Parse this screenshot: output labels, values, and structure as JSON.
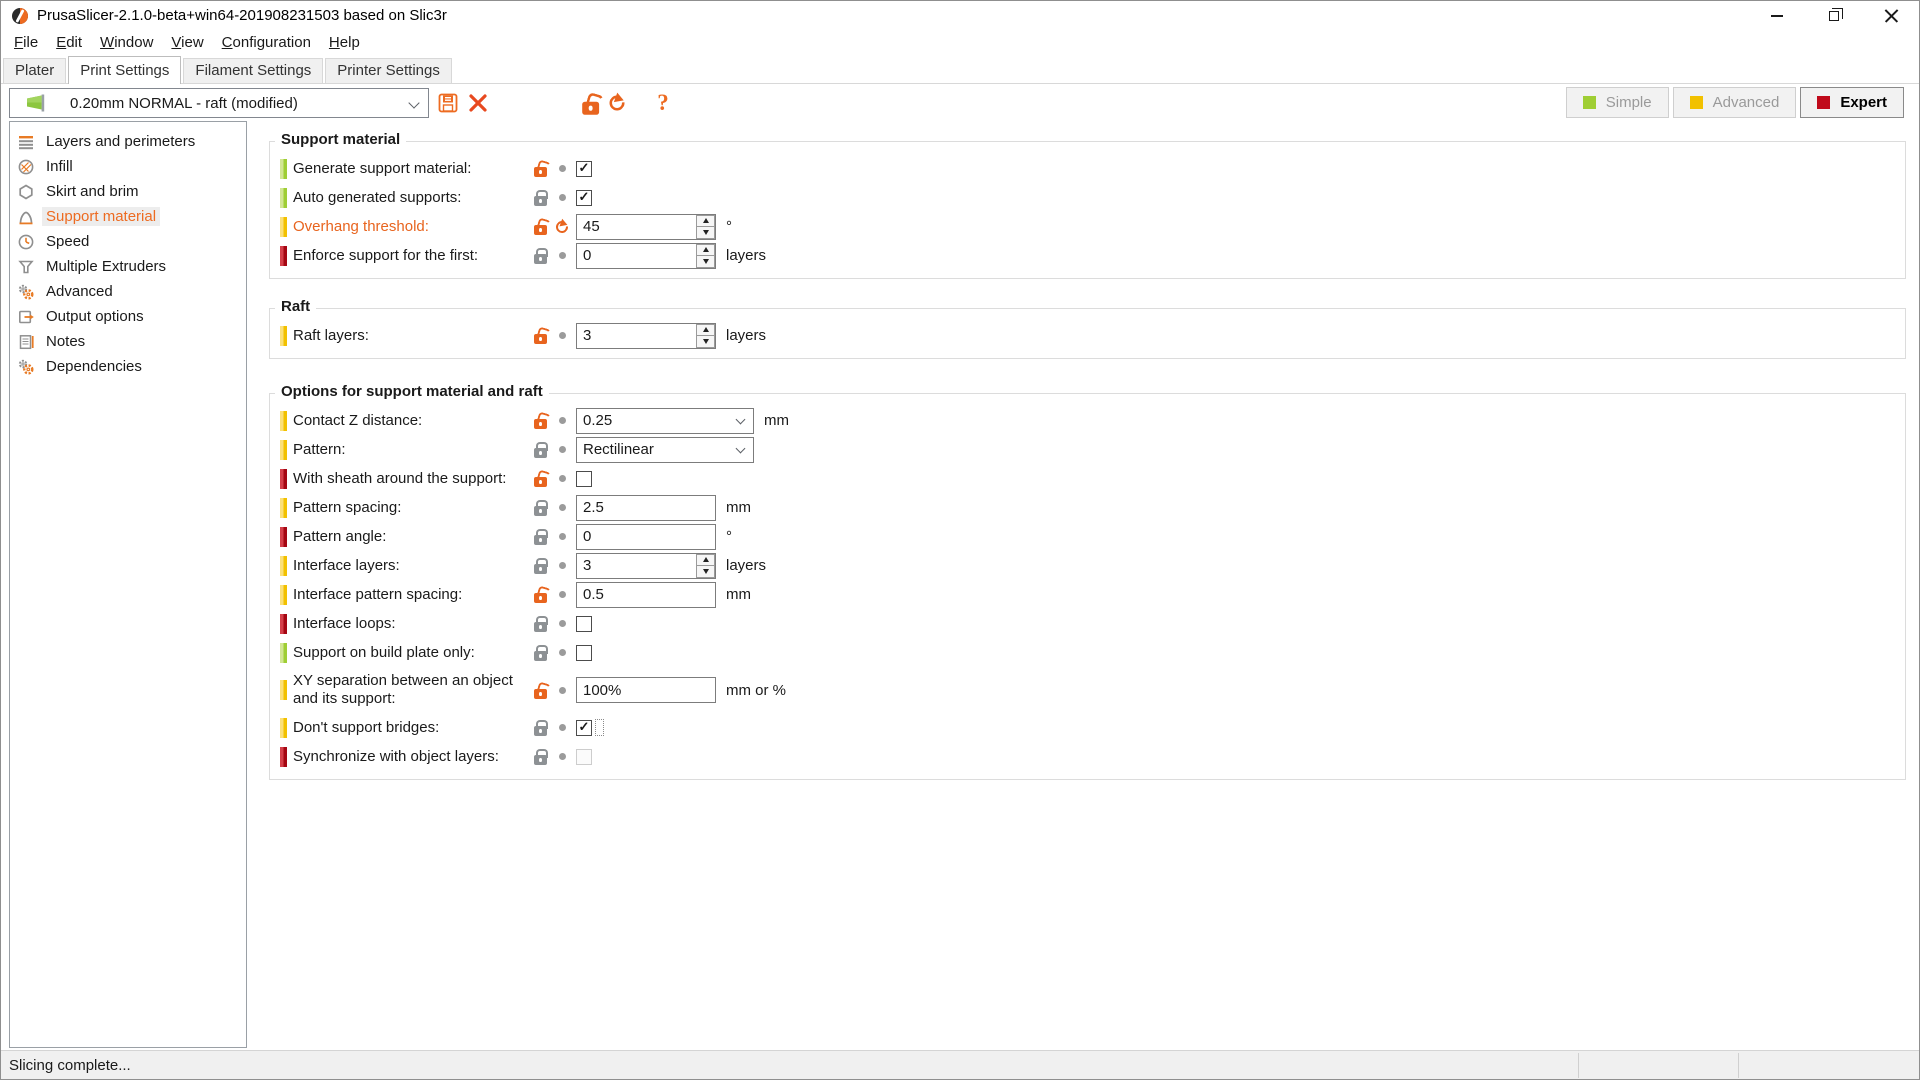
{
  "window": {
    "title": "PrusaSlicer-2.1.0-beta+win64-201908231503 based on Slic3r",
    "controls": {
      "minimize": "minimize",
      "restore": "restore",
      "close": "close"
    }
  },
  "menubar": {
    "items": [
      {
        "accel": "F",
        "rest": "ile"
      },
      {
        "accel": "E",
        "rest": "dit"
      },
      {
        "accel": "W",
        "rest": "indow"
      },
      {
        "accel": "V",
        "rest": "iew"
      },
      {
        "accel": "C",
        "rest": "onfiguration"
      },
      {
        "accel": "H",
        "rest": "elp"
      }
    ]
  },
  "tabs": {
    "active": "Print Settings",
    "items": [
      {
        "label": "Plater"
      },
      {
        "label": "Print Settings"
      },
      {
        "label": "Filament Settings"
      },
      {
        "label": "Printer Settings"
      }
    ]
  },
  "toolbar": {
    "preset_value": "0.20mm NORMAL - raft (modified)",
    "icons": [
      "preset-flag-icon",
      "save-preset-icon",
      "delete-preset-icon",
      "lock-open-icon",
      "undo-icon",
      "help-icon"
    ],
    "help_glyph": "?",
    "modes": {
      "items": [
        {
          "label": "Simple",
          "color": "#9fce34"
        },
        {
          "label": "Advanced",
          "color": "#f2c100"
        },
        {
          "label": "Expert",
          "color": "#c00a1b"
        }
      ],
      "active": "Expert"
    }
  },
  "sidebar": {
    "selected": "Support material",
    "items": [
      {
        "label": "Layers and perimeters",
        "icon": "layers-icon"
      },
      {
        "label": "Infill",
        "icon": "infill-icon"
      },
      {
        "label": "Skirt and brim",
        "icon": "skirt-icon"
      },
      {
        "label": "Support material",
        "icon": "support-icon"
      },
      {
        "label": "Speed",
        "icon": "speed-icon"
      },
      {
        "label": "Multiple Extruders",
        "icon": "extruders-icon"
      },
      {
        "label": "Advanced",
        "icon": "gears-icon"
      },
      {
        "label": "Output options",
        "icon": "output-icon"
      },
      {
        "label": "Notes",
        "icon": "notes-icon"
      },
      {
        "label": "Dependencies",
        "icon": "gears-icon"
      }
    ]
  },
  "sections": [
    {
      "title": "Support material",
      "rows": [
        {
          "label": "Generate support material:",
          "bar": "green",
          "lock": "open",
          "marker": "dot",
          "control": {
            "type": "checkbox",
            "checked": true
          },
          "unit": ""
        },
        {
          "label": "Auto generated supports:",
          "bar": "green",
          "lock": "closed",
          "marker": "dot",
          "control": {
            "type": "checkbox",
            "checked": true
          },
          "unit": ""
        },
        {
          "label": "Overhang threshold:",
          "bar": "yellow",
          "lock": "open",
          "marker": "undo",
          "modified": true,
          "control": {
            "type": "spin",
            "value": "45"
          },
          "unit": "°"
        },
        {
          "label": "Enforce support for the first:",
          "bar": "red",
          "lock": "closed",
          "marker": "dot",
          "control": {
            "type": "spin",
            "value": "0"
          },
          "unit": "layers"
        }
      ]
    },
    {
      "title": "Raft",
      "rows": [
        {
          "label": "Raft layers:",
          "bar": "yellow",
          "lock": "open",
          "marker": "dot",
          "control": {
            "type": "spin",
            "value": "3"
          },
          "unit": "layers"
        }
      ]
    },
    {
      "title": "Options for support material and raft",
      "rows": [
        {
          "label": "Contact Z distance:",
          "bar": "yellow",
          "lock": "open",
          "marker": "dot",
          "control": {
            "type": "combo",
            "value": "0.25"
          },
          "unit": "mm"
        },
        {
          "label": "Pattern:",
          "bar": "yellow",
          "lock": "closed",
          "marker": "dot",
          "control": {
            "type": "combo",
            "value": "Rectilinear"
          },
          "unit": ""
        },
        {
          "label": "With sheath around the support:",
          "bar": "red",
          "lock": "open",
          "marker": "dot",
          "control": {
            "type": "checkbox",
            "checked": false
          },
          "unit": ""
        },
        {
          "label": "Pattern spacing:",
          "bar": "yellow",
          "lock": "closed",
          "marker": "dot",
          "control": {
            "type": "text",
            "value": "2.5"
          },
          "unit": "mm"
        },
        {
          "label": "Pattern angle:",
          "bar": "red",
          "lock": "closed",
          "marker": "dot",
          "control": {
            "type": "text",
            "value": "0"
          },
          "unit": "°"
        },
        {
          "label": "Interface layers:",
          "bar": "yellow",
          "lock": "closed",
          "marker": "dot",
          "control": {
            "type": "spin",
            "value": "3"
          },
          "unit": "layers"
        },
        {
          "label": "Interface pattern spacing:",
          "bar": "yellow",
          "lock": "open",
          "marker": "dot",
          "control": {
            "type": "text",
            "value": "0.5"
          },
          "unit": "mm"
        },
        {
          "label": "Interface loops:",
          "bar": "red",
          "lock": "closed",
          "marker": "dot",
          "control": {
            "type": "checkbox",
            "checked": false
          },
          "unit": ""
        },
        {
          "label": "Support on build plate only:",
          "bar": "green",
          "lock": "closed",
          "marker": "dot",
          "control": {
            "type": "checkbox",
            "checked": false
          },
          "unit": ""
        },
        {
          "label": "XY separation between an object and its support:",
          "bar": "yellow",
          "lock": "open",
          "marker": "dot",
          "control": {
            "type": "text",
            "value": "100%"
          },
          "unit": "mm or %"
        },
        {
          "label": "Don't support bridges:",
          "bar": "yellow",
          "lock": "closed",
          "marker": "dot",
          "control": {
            "type": "checkbox",
            "checked": true,
            "focused": true
          },
          "unit": ""
        },
        {
          "label": "Synchronize with object layers:",
          "bar": "red",
          "lock": "closed",
          "marker": "dot",
          "control": {
            "type": "checkbox",
            "checked": false,
            "disabled": true
          },
          "unit": ""
        }
      ]
    }
  ],
  "statusbar": {
    "text": "Slicing complete..."
  },
  "colors": {
    "accent": "#ed6b21",
    "modified_text": "#e8641e",
    "green": "#9fce34",
    "yellow": "#f2c100",
    "red": "#c00a1b"
  }
}
